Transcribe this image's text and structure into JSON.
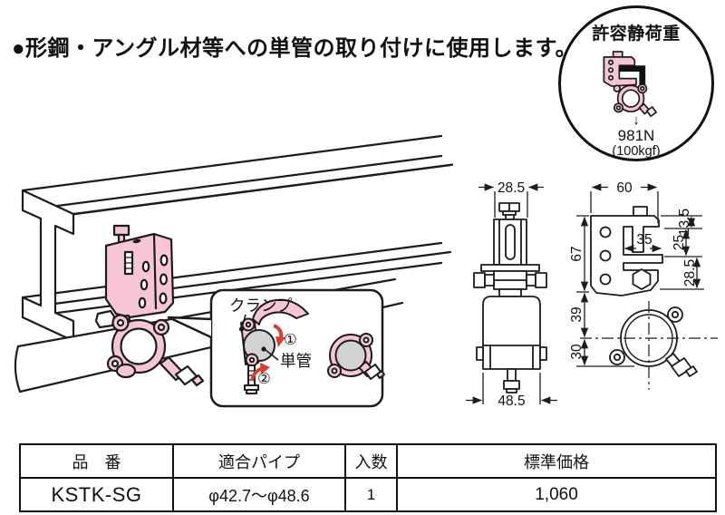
{
  "header": {
    "description": "●形鋼・アングル材等への単管の取り付けに使用します。"
  },
  "load_badge": {
    "title": "許容静荷重",
    "arrow": "↓",
    "value": "981N",
    "value_sub": "(100kgf)"
  },
  "callout": {
    "clamp_label": "クランプ",
    "pipe_label": "単管",
    "step1": "①",
    "step2": "②"
  },
  "dimensions": {
    "side_top": "28.5",
    "side_bottom": "48.5",
    "front_top": "60",
    "front_inner": "35",
    "front_left_upper": "67",
    "front_left_mid": "39",
    "front_left_lower": "30",
    "front_right_upper": "13.5",
    "front_right_mid": "25",
    "front_right_lower": "28.5"
  },
  "table": {
    "headers": {
      "part_no": "品　番",
      "pipe": "適合パイプ",
      "qty": "入数",
      "price": "標準価格"
    },
    "row": {
      "part_no": "KSTK-SG",
      "pipe": "φ42.7～φ48.6",
      "qty": "1",
      "price": "1,060"
    }
  },
  "colors": {
    "clamp_pink": "#f7c6d6",
    "pipe_gray": "#d3d3d3",
    "arrow_red": "#d8402e",
    "line_black": "#1c1c1c"
  }
}
